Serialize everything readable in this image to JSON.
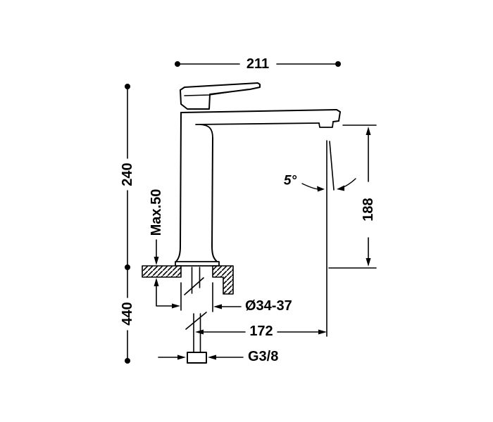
{
  "drawing": {
    "subject": "single-lever basin mixer faucet side view",
    "line_color": "#000000",
    "background_color": "#ffffff",
    "dimensions": {
      "overall_width": "211",
      "height_above_counter": "240",
      "max_counter_thickness": "Max.50",
      "length_below_counter": "440",
      "mounting_hole_diameter": "Ø34-37",
      "spout_reach": "172",
      "supply_thread": "G3/8",
      "stream_angle": "5°",
      "spout_height": "188"
    }
  }
}
